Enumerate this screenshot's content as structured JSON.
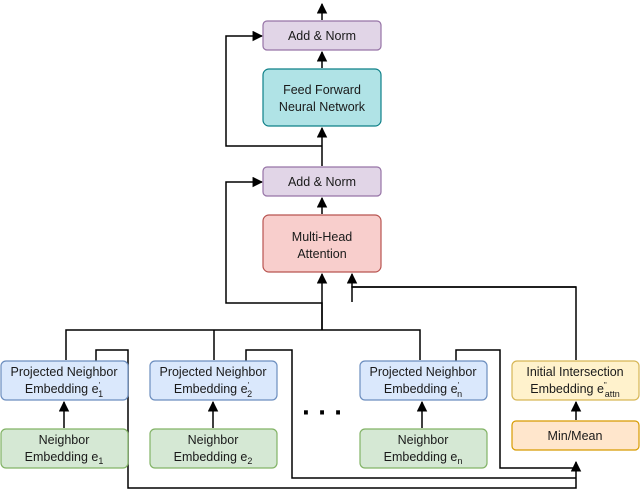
{
  "nodes": {
    "add_norm_top": {
      "label": "Add & Norm",
      "fill": "#e1d5e7",
      "stroke": "#9673a6"
    },
    "ffn": {
      "line1": "Feed Forward",
      "line2": "Neural Network",
      "fill": "#b0e3e6",
      "stroke": "#0e8088"
    },
    "add_norm_mid": {
      "label": "Add & Norm",
      "fill": "#e1d5e7",
      "stroke": "#9673a6"
    },
    "mha": {
      "line1": "Multi-Head",
      "line2": "Attention",
      "fill": "#f8cecc",
      "stroke": "#b85450"
    },
    "proj1": {
      "line1": "Projected Neighbor",
      "line2": "Embedding e",
      "sup": "'",
      "sub": "1",
      "fill": "#dae8fc",
      "stroke": "#6c8ebf"
    },
    "proj2": {
      "line1": "Projected Neighbor",
      "line2": "Embedding e",
      "sup": "'",
      "sub": "2",
      "fill": "#dae8fc",
      "stroke": "#6c8ebf"
    },
    "projn": {
      "line1": "Projected Neighbor",
      "line2": "Embedding e",
      "sup": "'",
      "sub": "n",
      "fill": "#dae8fc",
      "stroke": "#6c8ebf"
    },
    "init": {
      "line1": "Initial Intersection",
      "line2": "Embedding e",
      "sup": "\"",
      "sub": "attn",
      "fill": "#fff2cc",
      "stroke": "#d6b656"
    },
    "nb1": {
      "line1": "Neighbor",
      "line2": "Embedding e",
      "sub": "1",
      "fill": "#d5e8d4",
      "stroke": "#82b366"
    },
    "nb2": {
      "line1": "Neighbor",
      "line2": "Embedding e",
      "sub": "2",
      "fill": "#d5e8d4",
      "stroke": "#82b366"
    },
    "nbn": {
      "line1": "Neighbor",
      "line2": "Embedding e",
      "sub": "n",
      "fill": "#d5e8d4",
      "stroke": "#82b366"
    },
    "minmean": {
      "label": "Min/Mean",
      "fill": "#ffe6cc",
      "stroke": "#d79b00"
    }
  },
  "ellipsis": "· · ·"
}
